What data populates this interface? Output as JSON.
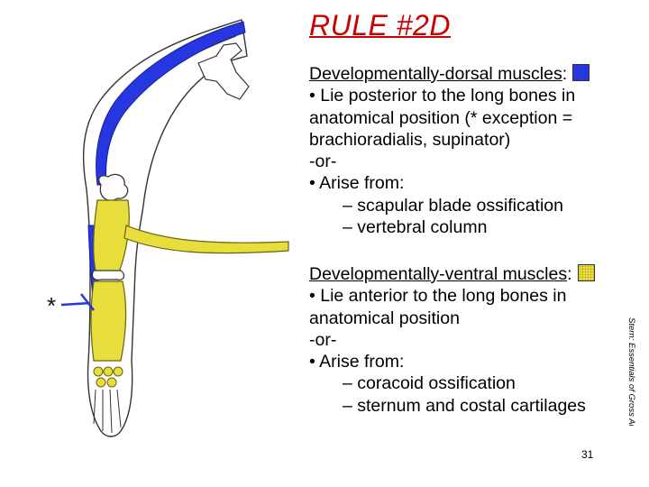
{
  "title": "RULE #2D",
  "dorsal": {
    "heading": "Developmentally-dorsal muscles",
    "heading_suffix": ":",
    "swatch_color": "#2636e0",
    "lines": [
      "• Lie posterior to the long bones in",
      "anatomical position (* exception =",
      "brachioradialis, supinator)",
      "-or-",
      "• Arise from:"
    ],
    "sub_items": [
      "– scapular blade ossification",
      "– vertebral column"
    ]
  },
  "ventral": {
    "heading": "Developmentally-ventral muscles",
    "heading_suffix": ":",
    "swatch_color": "#f3ec5a",
    "lines": [
      "• Lie anterior to the long bones in",
      "anatomical position",
      "-or-",
      "• Arise from:"
    ],
    "sub_items": [
      "– coracoid ossification",
      "– sternum and costal cartilages"
    ]
  },
  "exception_marker": "*",
  "page_number": "31",
  "credit": "Stern: Essentials of Gross Anatomy",
  "colors": {
    "title": "#cc0000",
    "dorsal": "#2636e0",
    "ventral": "#f3ec5a"
  }
}
